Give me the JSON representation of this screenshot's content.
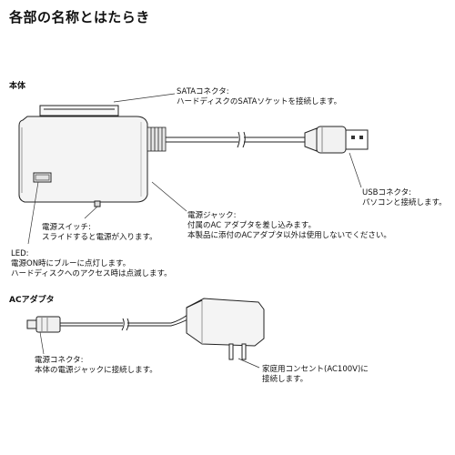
{
  "title": "各部の名称とはたらき",
  "sections": {
    "main_body": "本体",
    "ac_adapter": "ACアダプタ"
  },
  "labels": {
    "sata_connector": {
      "name": "SATAコネクタ:",
      "desc": "ハードディスクのSATAソケットを接続します。"
    },
    "usb_connector": {
      "name": "USBコネクタ:",
      "desc": "パソコンと接続します。"
    },
    "power_switch": {
      "name": "電源スイッチ:",
      "desc": "スライドすると電源が入ります。"
    },
    "power_jack": {
      "name": "電源ジャック:",
      "desc1": "付属のAC アダプタを差し込みます。",
      "desc2": "本製品に添付のACアダプタ以外は使用しないでください。"
    },
    "led": {
      "name": "LED:",
      "desc1": "電源ON時にブルーに点灯します。",
      "desc2": "ハードディスクへのアクセス時は点滅します。"
    },
    "power_connector": {
      "name": "電源コネクタ:",
      "desc": "本体の電源ジャックに接続します。"
    },
    "household_outlet": {
      "name": "家庭用コンセント(AC100V)に",
      "desc": "接続します。"
    }
  },
  "colors": {
    "line": "#222222",
    "body_fill": "#f2f2f2",
    "shadow": "#c8c8c8"
  }
}
